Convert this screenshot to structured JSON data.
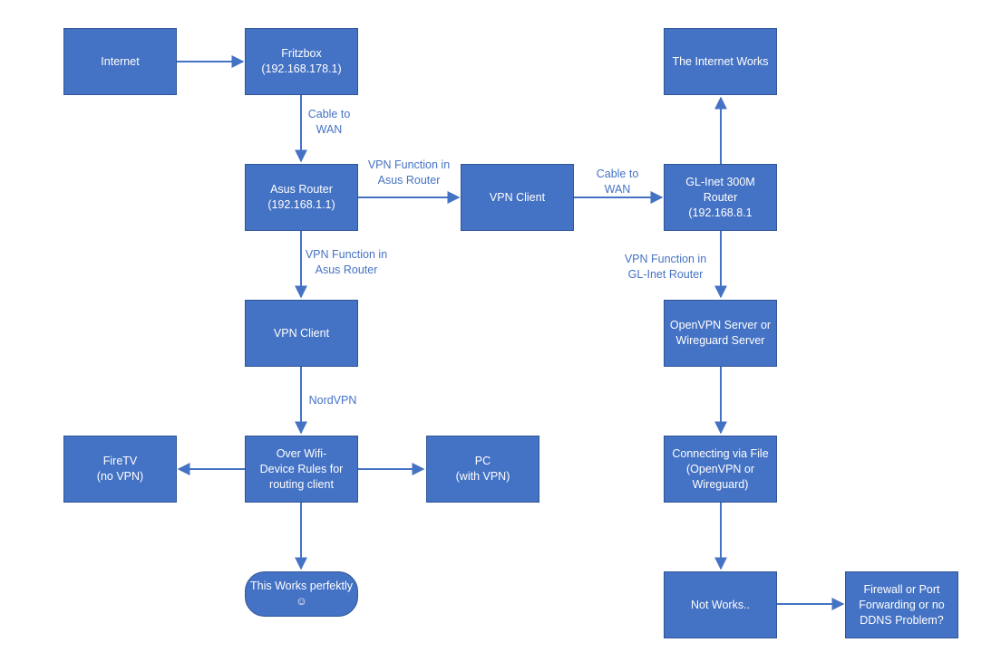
{
  "diagram": {
    "nodes": {
      "internet": {
        "lines": [
          "Internet"
        ]
      },
      "fritzbox": {
        "lines": [
          "Fritzbox",
          "(192.168.178.1)"
        ]
      },
      "asus_router": {
        "lines": [
          "Asus Router",
          "(192.168.1.1)"
        ]
      },
      "vpn_client_center": {
        "lines": [
          "VPN Client"
        ]
      },
      "vpn_client_left": {
        "lines": [
          "VPN Client"
        ]
      },
      "glinet_router": {
        "lines": [
          "GL-Inet 300M",
          "Router",
          "(192.168.8.1"
        ]
      },
      "internet_works": {
        "lines": [
          "The Internet Works"
        ]
      },
      "openvpn_server": {
        "lines": [
          "OpenVPN Server or",
          "Wireguard Server"
        ]
      },
      "connecting_file": {
        "lines": [
          "Connecting via File",
          "(OpenVPN or",
          "Wireguard)"
        ]
      },
      "not_works": {
        "lines": [
          "Not Works.."
        ]
      },
      "firewall_problem": {
        "lines": [
          "Firewall or Port",
          "Forwarding or no",
          "DDNS Problem?"
        ]
      },
      "firetv": {
        "lines": [
          "FireTV",
          "(no VPN)"
        ]
      },
      "device_rules": {
        "lines": [
          "Over Wifi-",
          "Device Rules for",
          "routing client"
        ]
      },
      "pc": {
        "lines": [
          "PC",
          "(with VPN)"
        ]
      },
      "works_perfectly": {
        "lines": [
          "This Works perfektly",
          "☺"
        ]
      }
    },
    "edge_labels": {
      "cable_to_wan_1": {
        "lines": [
          "Cable to",
          "WAN"
        ]
      },
      "vpn_function_asus_right": {
        "lines": [
          "VPN Function in",
          "Asus Router"
        ]
      },
      "cable_to_wan_2": {
        "lines": [
          "Cable to",
          "WAN"
        ]
      },
      "vpn_function_asus_down": {
        "lines": [
          "VPN Function in",
          "Asus Router"
        ]
      },
      "vpn_function_glinet": {
        "lines": [
          "VPN Function in",
          "GL-Inet Router"
        ]
      },
      "nordvpn": {
        "lines": [
          "NordVPN"
        ]
      }
    },
    "colors": {
      "node_fill": "#4472C4",
      "node_border": "#2F5597",
      "edge": "#4472C4",
      "label": "#4472C4",
      "node_text": "#FFFFFF"
    }
  }
}
